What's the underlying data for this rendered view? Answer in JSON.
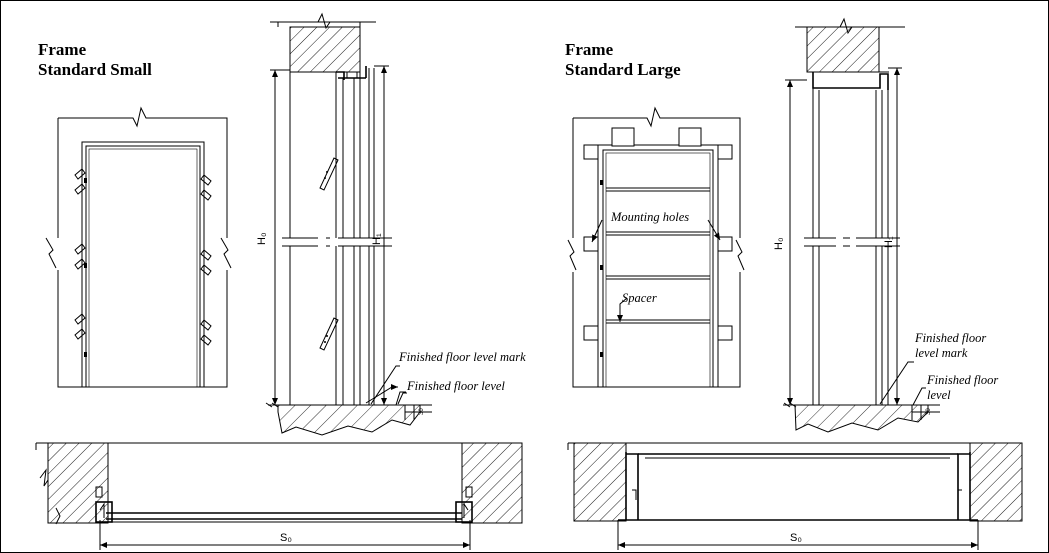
{
  "small": {
    "title_line1": "Frame",
    "title_line2": "Standard Small",
    "label_floor_mark": "Finished floor level mark",
    "label_floor": "Finished floor level",
    "dim_h0": "H₀",
    "dim_h1": "H₁",
    "dim_s0": "S₀",
    "dim_30": "30"
  },
  "large": {
    "title_line1": "Frame",
    "title_line2": "Standard Large",
    "label_mounting": "Mounting holes",
    "label_spacer": "Spacer",
    "label_floor_mark_1": "Finished floor",
    "label_floor_mark_2": "level mark",
    "label_floor_1": "Finished floor",
    "label_floor_2": "level",
    "dim_h0": "H₀",
    "dim_h1": "H₁",
    "dim_s0": "S₀",
    "dim_30": "30"
  }
}
